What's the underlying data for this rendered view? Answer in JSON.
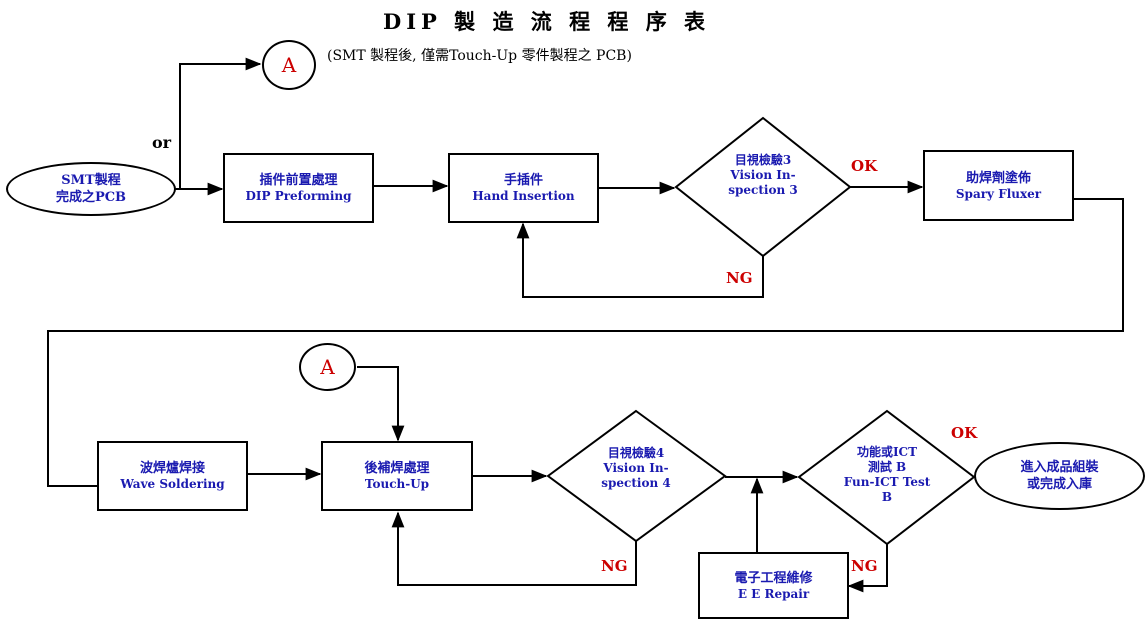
{
  "title": "DIP 製 造 流 程 程 序 表",
  "note": "(SMT 製程後, 僅需Touch-Up 零件製程之 PCB)",
  "or_label": "or",
  "connector_a_top": "A",
  "connector_a_bottom": "A",
  "nodes": {
    "smt_pcb": {
      "line1": "SMT製程",
      "line2": "完成之PCB"
    },
    "dip_preforming": {
      "zh": "插件前置處理",
      "en": "DIP Preforming"
    },
    "hand_insertion": {
      "zh": "手插件",
      "en": "Hand Insertion"
    },
    "vision3": {
      "line1": "目視檢驗3",
      "line2": "Vision In-",
      "line3": "spection 3"
    },
    "spray_fluxer": {
      "zh": "助焊劑塗佈",
      "en": "Spary Fluxer"
    },
    "wave_soldering": {
      "zh": "波焊爐焊接",
      "en": "Wave Soldering"
    },
    "touch_up": {
      "zh": "後補焊處理",
      "en": "Touch-Up"
    },
    "vision4": {
      "line1": "目視檢驗4",
      "line2": "Vision In-",
      "line3": "spection 4"
    },
    "ict": {
      "line1": "功能或ICT",
      "line2": "測試 B",
      "line3": "Fun-ICT Test",
      "line4": "B"
    },
    "ee_repair": {
      "zh": "電子工程維修",
      "en": "E E Repair"
    },
    "assembly": {
      "line1": "進入成品組裝",
      "line2": "或完成入庫"
    }
  },
  "labels": {
    "ok1": "OK",
    "ng1": "NG",
    "ok2": "OK",
    "ng2": "NG",
    "ng3": "NG"
  }
}
